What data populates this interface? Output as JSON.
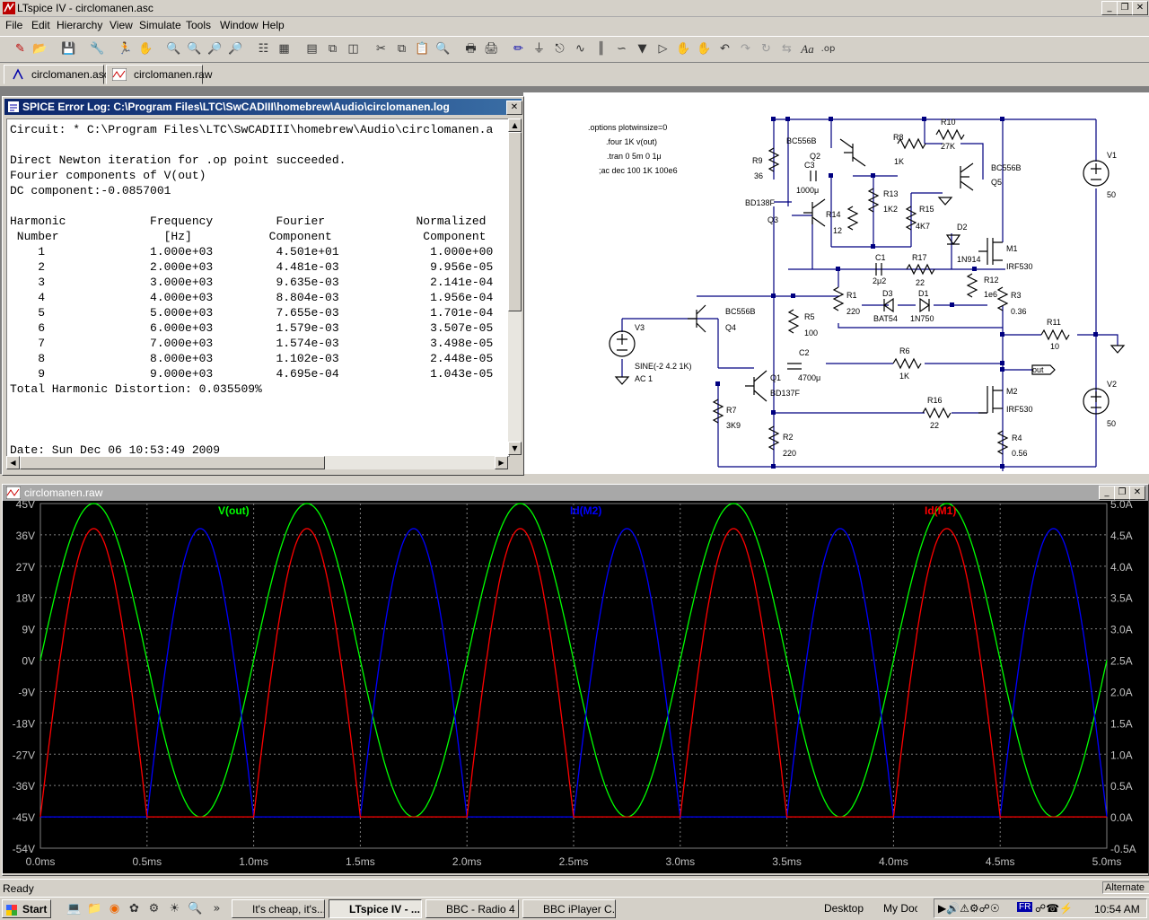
{
  "window": {
    "title": "LTspice IV - circlomanen.asc",
    "min": "_",
    "restore": "❐",
    "close": "✕"
  },
  "menu": [
    "File",
    "Edit",
    "Hierarchy",
    "View",
    "Simulate",
    "Tools",
    "Window",
    "Help"
  ],
  "tabs": [
    {
      "label": "circlomanen.asc"
    },
    {
      "label": "circlomanen.raw"
    }
  ],
  "error_log": {
    "title": "SPICE Error Log: C:\\Program Files\\LTC\\SwCADIII\\homebrew\\Audio\\circlomanen.log",
    "lines": [
      "Circuit: * C:\\Program Files\\LTC\\SwCADIII\\homebrew\\Audio\\circlomanen.a",
      "",
      "Direct Newton iteration for .op point succeeded.",
      "Fourier components of V(out)",
      "DC component:-0.0857001",
      "",
      "Harmonic            Frequency         Fourier             Normalized",
      " Number               [Hz]           Component             Component",
      "    1               1.000e+03         4.501e+01             1.000e+00",
      "    2               2.000e+03         4.481e-03             9.956e-05",
      "    3               3.000e+03         9.635e-03             2.141e-04",
      "    4               4.000e+03         8.804e-03             1.956e-04",
      "    5               5.000e+03         7.655e-03             1.701e-04",
      "    6               6.000e+03         1.579e-03             3.507e-05",
      "    7               7.000e+03         1.574e-03             3.498e-05",
      "    8               8.000e+03         1.102e-03             2.448e-05",
      "    9               9.000e+03         4.695e-04             1.043e-05",
      "Total Harmonic Distortion: 0.035509%",
      "",
      "",
      "",
      "Date: Sun Dec 06 10:53:49 2009"
    ]
  },
  "schematic": {
    "directives": [
      ".options plotwinsize=0",
      ".four 1K v(out)",
      ".tran 0 5m 0 1μ",
      ";ac dec 100 1K 100e6"
    ],
    "components": [
      {
        "ref": "R9",
        "value": "36"
      },
      {
        "ref": "C3",
        "value": "1000μ"
      },
      {
        "ref": "Q2",
        "value": ""
      },
      {
        "ref": "R8",
        "value": "1K"
      },
      {
        "ref": "R10",
        "value": "27K"
      },
      {
        "ref": "Q5",
        "value": "BC556B"
      },
      {
        "ref": "Q3",
        "value": "BD138F"
      },
      {
        "ref": "R14",
        "value": "12"
      },
      {
        "ref": "R13",
        "value": "1K2"
      },
      {
        "ref": "R15",
        "value": "4K7"
      },
      {
        "ref": "D2",
        "value": "1N914"
      },
      {
        "ref": "M1",
        "value": "IRF530"
      },
      {
        "ref": "C1",
        "value": "2μ2"
      },
      {
        "ref": "R17",
        "value": "22"
      },
      {
        "ref": "R12",
        "value": "1e6"
      },
      {
        "ref": "R1",
        "value": "220"
      },
      {
        "ref": "D3",
        "value": "BAT54"
      },
      {
        "ref": "D1",
        "value": "1N750"
      },
      {
        "ref": "R3",
        "value": "0.36"
      },
      {
        "ref": "V1",
        "value": "50"
      },
      {
        "ref": "V3",
        "value": "SINE(-2 4.2 1K)"
      },
      {
        "ref": "Q4",
        "value": "BC556B"
      },
      {
        "ref": "R5",
        "value": "100"
      },
      {
        "ref": "C2",
        "value": "4700μ"
      },
      {
        "ref": "R11",
        "value": "10"
      },
      {
        "ref": "R6",
        "value": "1K"
      },
      {
        "ref": "Q1",
        "value": "BD137F"
      },
      {
        "ref": "M2",
        "value": "IRF530"
      },
      {
        "ref": "R7",
        "value": "3K9"
      },
      {
        "ref": "R16",
        "value": "22"
      },
      {
        "ref": "V2",
        "value": "50"
      },
      {
        "ref": "R2",
        "value": "220"
      },
      {
        "ref": "R4",
        "value": "0.56"
      }
    ],
    "extra_labels": [
      "BC556B",
      "AC 1",
      "out"
    ]
  },
  "wave_window": {
    "title": "circlomanen.raw"
  },
  "chart_data": {
    "type": "line",
    "title": "",
    "xlabel": "",
    "ylabel": "",
    "x_ticks": [
      "0.0ms",
      "0.5ms",
      "1.0ms",
      "1.5ms",
      "2.0ms",
      "2.5ms",
      "3.0ms",
      "3.5ms",
      "4.0ms",
      "4.5ms",
      "5.0ms"
    ],
    "y_left_ticks": [
      "45V",
      "36V",
      "27V",
      "18V",
      "9V",
      "0V",
      "-9V",
      "-18V",
      "-27V",
      "-36V",
      "-45V",
      "-54V"
    ],
    "y_right_ticks": [
      "5.0A",
      "4.5A",
      "4.0A",
      "3.5A",
      "3.0A",
      "2.5A",
      "2.0A",
      "1.5A",
      "1.0A",
      "0.5A",
      "0.0A",
      "-0.5A"
    ],
    "xlim": [
      0,
      5
    ],
    "ylim_left": [
      -54,
      45
    ],
    "ylim_right": [
      -0.5,
      5.0
    ],
    "grid": true,
    "background": "#000000",
    "series": [
      {
        "name": "V(out)",
        "color": "#00ff00",
        "axis": "left",
        "unit": "V",
        "amplitude": 45,
        "offset": 0,
        "freq_khz": 1,
        "shape": "sine"
      },
      {
        "name": "Id(M2)",
        "color": "#0000ff",
        "axis": "right",
        "unit": "A",
        "amplitude": 4.6,
        "offset": 0,
        "freq_khz": 1,
        "shape": "negative-half-rectified"
      },
      {
        "name": "Id(M1)",
        "color": "#ff0000",
        "axis": "right",
        "unit": "A",
        "amplitude": 4.6,
        "offset": 0,
        "freq_khz": 1,
        "shape": "positive-half-rectified"
      }
    ]
  },
  "status": {
    "left": "Ready",
    "right": "Alternate"
  },
  "taskbar": {
    "start": "Start",
    "buttons": [
      "It's cheap, it's...",
      "LTspice IV - ...",
      "BBC - Radio 4 ...",
      "BBC iPlayer C..."
    ],
    "desktop": "Desktop",
    "mydocs": "My Doc",
    "lang": "FR",
    "clock": "10:54 AM"
  }
}
